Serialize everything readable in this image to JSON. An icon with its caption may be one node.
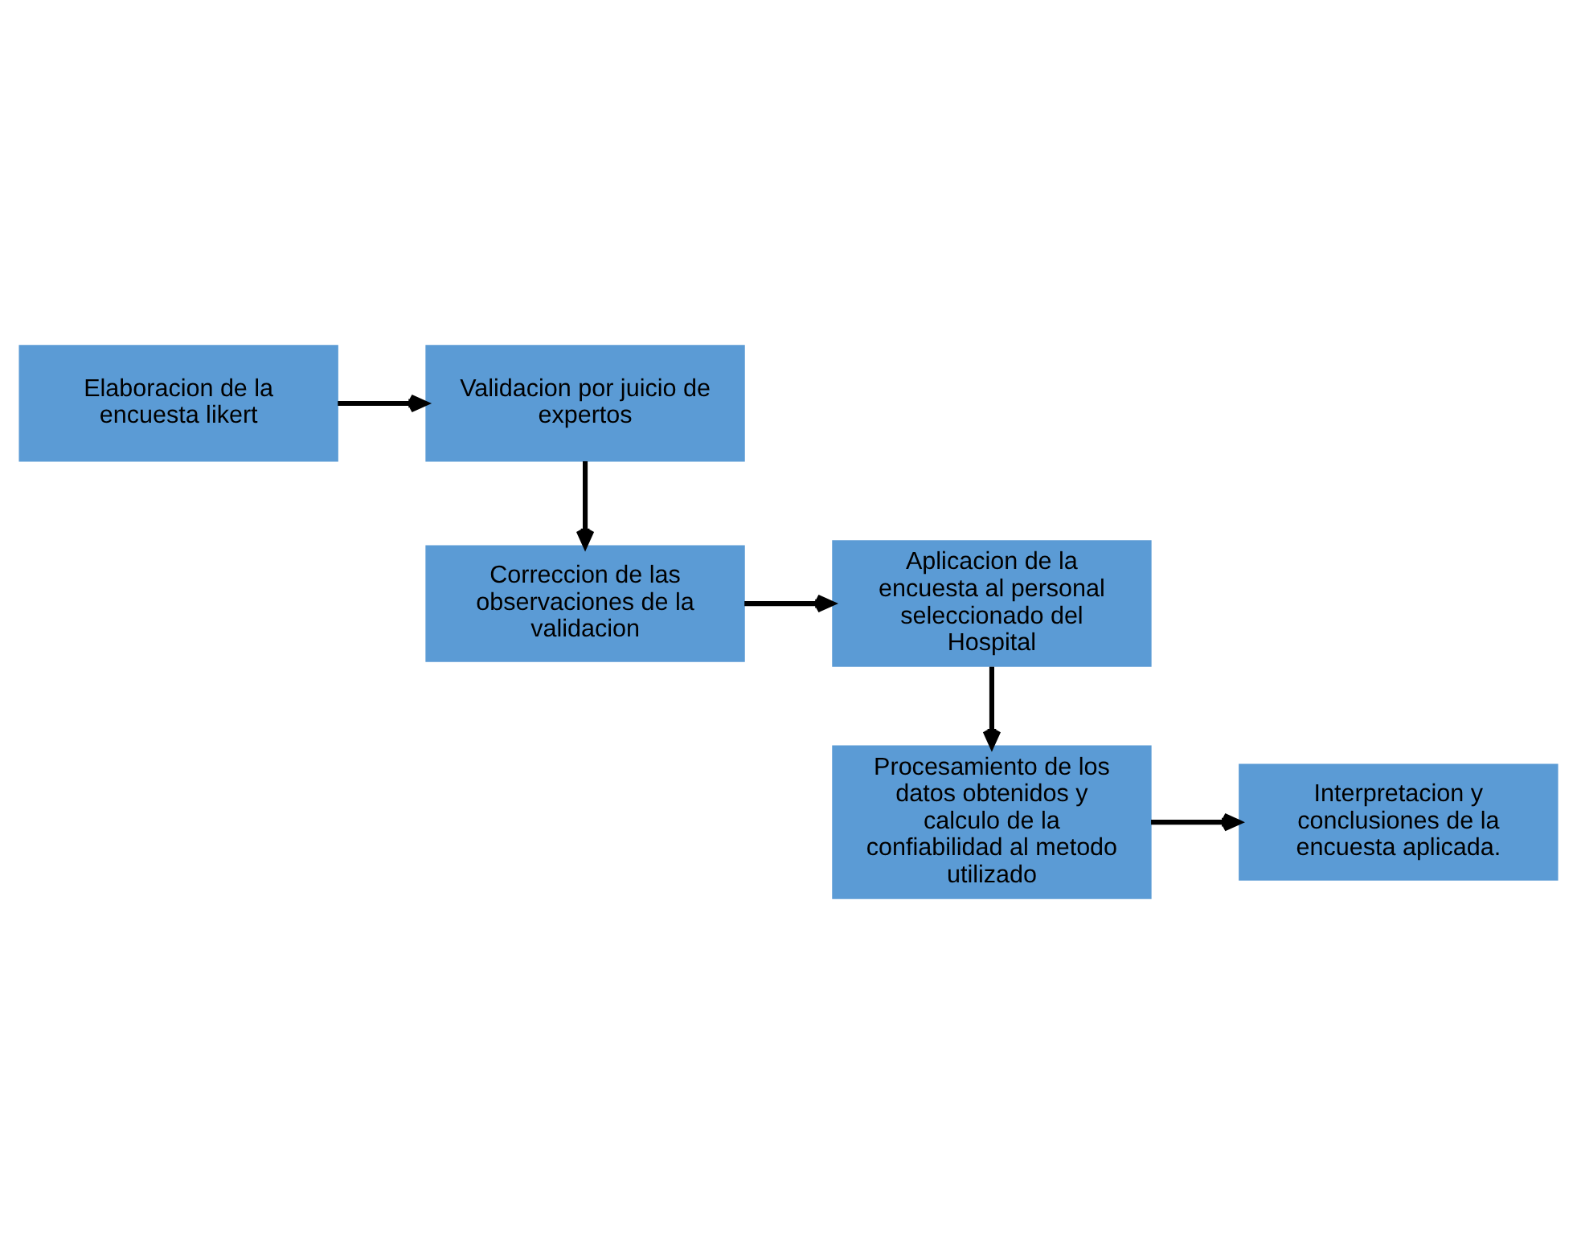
{
  "diagram": {
    "nodes": [
      {
        "text": [
          "Elaboracion de la encuesta likert"
        ]
      },
      {
        "text": [
          "Validacion por juicio de expertos"
        ]
      },
      {
        "text": [
          "Correccion de las observaciones de la validacion"
        ]
      },
      {
        "text": [
          "Aplicacion de la encuesta al personal seleccionado del Hospital"
        ]
      },
      {
        "text": [
          "Procesamiento de los datos obtenidos y calculo de la confiabilidad al metodo utilizado"
        ]
      },
      {
        "text": [
          "Interpretacion y conclusiones de la encuesta aplicada."
        ]
      }
    ],
    "edges": [
      {
        "from": 0,
        "to": 1,
        "arrow": "to"
      },
      {
        "from": 1,
        "to": 2,
        "arrow": "to"
      },
      {
        "from": 2,
        "to": 3,
        "arrow": "to"
      },
      {
        "from": 3,
        "to": 4,
        "arrow": "to"
      },
      {
        "from": 4,
        "to": 5,
        "arrow": "to"
      }
    ]
  }
}
